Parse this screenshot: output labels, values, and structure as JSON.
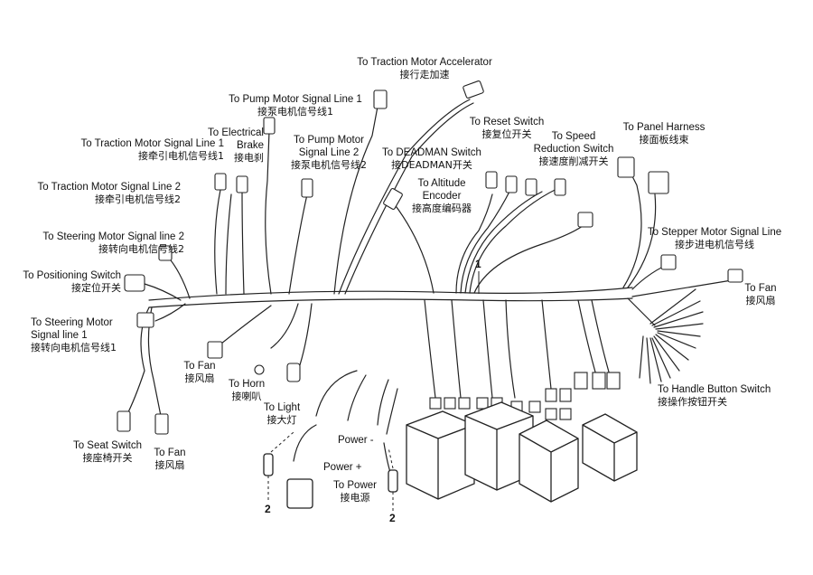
{
  "labels": {
    "traction_accel": {
      "en": "To Traction Motor  Accelerator",
      "zh": "接行走加速"
    },
    "pump_sig1": {
      "en": "To Pump Motor Signal Line 1",
      "zh": "接泵电机信号线1"
    },
    "electrical_brake": {
      "en1": "To Electrical",
      "en2": "Brake",
      "zh": "接电刹"
    },
    "traction_sig1": {
      "en": "To Traction Motor Signal Line 1",
      "zh": "接牵引电机信号线1"
    },
    "pump_sig2": {
      "en1": "To Pump Motor",
      "en2": "Signal Line 2",
      "zh": "接泵电机信号线2"
    },
    "reset_switch": {
      "en": "To  Reset Switch",
      "zh": "接复位开关"
    },
    "speed_reduction": {
      "en1": "To  Speed",
      "en2": "Reduction Switch",
      "zh": "接速度削减开关"
    },
    "panel_harness": {
      "en": "To Panel Harness",
      "zh": "接面板线束"
    },
    "deadman": {
      "en": "To DEADMAN Switch",
      "zh": "接DEADMAN开关"
    },
    "traction_sig2": {
      "en": "To Traction Motor Signal Line 2",
      "zh": "接牵引电机信号线2"
    },
    "altitude": {
      "en1": "To Altitude",
      "en2": "Encoder",
      "zh": "接高度编码器"
    },
    "steering_sig2": {
      "en": "To Steering Motor Signal line 2",
      "zh": "接转向电机信号线2"
    },
    "stepper": {
      "en": "To Stepper Motor Signal Line",
      "zh": "接步进电机信号线"
    },
    "positioning": {
      "en": "To Positioning Switch",
      "zh": "接定位开关"
    },
    "fan_right": {
      "en": "To Fan",
      "zh": "接风扇"
    },
    "steering_sig1": {
      "en1": "To Steering Motor",
      "en2": "Signal line 1",
      "zh": "接转向电机信号线1"
    },
    "fan_mid": {
      "en": "To Fan",
      "zh": "接风扇"
    },
    "horn": {
      "en": "To Horn",
      "zh": "接喇叭"
    },
    "light": {
      "en": "To Light",
      "zh": "接大灯"
    },
    "handle_button": {
      "en": "To Handle Button Switch",
      "zh": "接操作按钮开关"
    },
    "seat_switch": {
      "en": "To Seat Switch",
      "zh": "接座椅开关"
    },
    "fan_bottom": {
      "en": "To Fan",
      "zh": "接风扇"
    },
    "power_minus": "Power -",
    "power_plus": "Power +",
    "to_power": {
      "en": "To Power",
      "zh": "接电源"
    }
  },
  "callouts": {
    "harness": "1",
    "fuse_left": "2",
    "fuse_right": "2"
  }
}
